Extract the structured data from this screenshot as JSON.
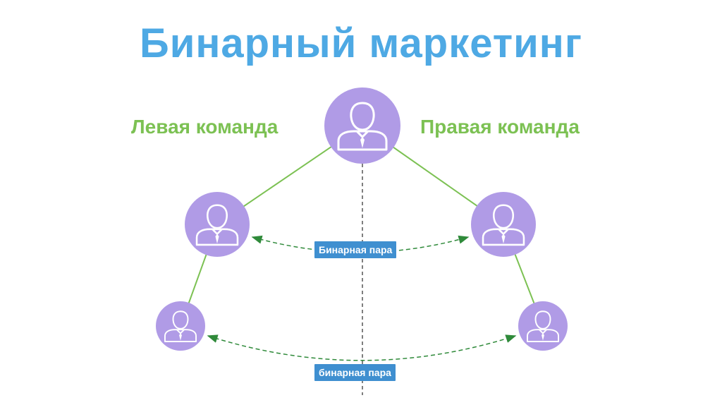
{
  "title": "Бинарный маркетинг",
  "left_team_label": "Левая команда",
  "right_team_label": "Правая команда",
  "pair_label_top": "Бинарная пара",
  "pair_label_bottom": "бинарная пара",
  "colors": {
    "title": "#4ea9e4",
    "team_label": "#7cc153",
    "node_fill": "#b09be6",
    "connector": "#7cc153",
    "pair_arrow": "#2f8a3a",
    "divider": "#555555",
    "pair_badge": "#3f8fd0"
  },
  "nodes": [
    {
      "id": "root",
      "icon": "businessman-icon"
    },
    {
      "id": "left-1",
      "icon": "businessman-icon"
    },
    {
      "id": "right-1",
      "icon": "businessman-icon"
    },
    {
      "id": "left-2",
      "icon": "businessman-icon"
    },
    {
      "id": "right-2",
      "icon": "businessman-icon"
    }
  ],
  "edges": [
    {
      "from": "root",
      "to": "left-1"
    },
    {
      "from": "root",
      "to": "right-1"
    },
    {
      "from": "left-1",
      "to": "left-2"
    },
    {
      "from": "right-1",
      "to": "right-2"
    }
  ],
  "pairs": [
    {
      "a": "left-1",
      "b": "right-1"
    },
    {
      "a": "left-2",
      "b": "right-2"
    }
  ]
}
